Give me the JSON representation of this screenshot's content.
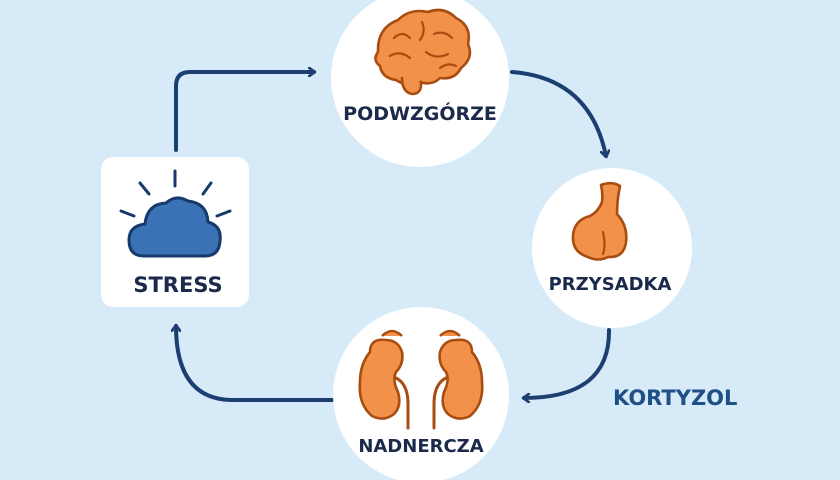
{
  "colors": {
    "background": "#d6eaf8",
    "node_fill": "#ffffff",
    "arrow": "#1c3f72",
    "organ_fill": "#f2924a",
    "organ_stroke": "#a94c10",
    "cloud_fill": "#3a72b5",
    "cloud_stroke": "#173a6a",
    "label_text": "#1b2a4a",
    "hormone_text": "#1f4f86"
  },
  "nodes": {
    "stress": {
      "label": "STRESS",
      "icon": "storm-cloud-icon"
    },
    "hypothalamus": {
      "label": "PODWZGÓRZE",
      "icon": "brain-icon"
    },
    "pituitary": {
      "label": "PRZYSADKA",
      "icon": "pituitary-gland-icon"
    },
    "adrenal": {
      "label": "NADNERCZA",
      "icon": "kidneys-icon"
    }
  },
  "hormone_label": "KORTYZOL"
}
